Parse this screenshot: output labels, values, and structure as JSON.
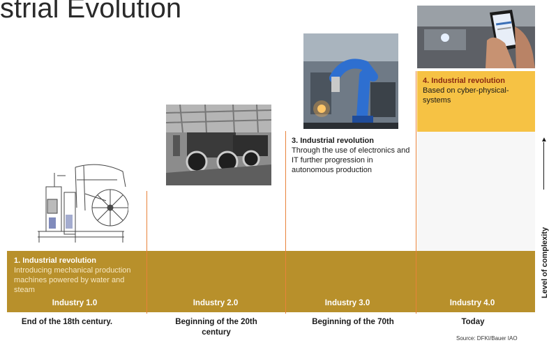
{
  "slide": {
    "title": "strial Evolution",
    "source": "Source: DFKI/Bauer IAO",
    "complexity_axis_label": "Level of complexity"
  },
  "revolutions": [
    {
      "title": "1. Industrial revolution",
      "description": "Introducing mechanical production machines powered by water and steam",
      "stage": "Industry 1.0",
      "era": "End of the 18th century."
    },
    {
      "stage": "Industry 2.0",
      "era": "Beginning of the 20th century"
    },
    {
      "title": "3. Industrial revolution",
      "description": "Through the use of electronics and IT further progression in autonomous production",
      "stage": "Industry 3.0",
      "era": "Beginning of the 70th"
    },
    {
      "title": "4. Industrial revolution",
      "description": "Based on cyber-physical-systems",
      "stage": "Industry 4.0",
      "era": "Today"
    }
  ],
  "colors": {
    "band": "#b8902b",
    "highlight": "#f6c244",
    "divider": "#e8823a"
  },
  "icons": [
    "steam-engine-illustration",
    "assembly-line-photo",
    "industrial-robot-photo",
    "smartphone-photo",
    "up-arrow-icon"
  ]
}
